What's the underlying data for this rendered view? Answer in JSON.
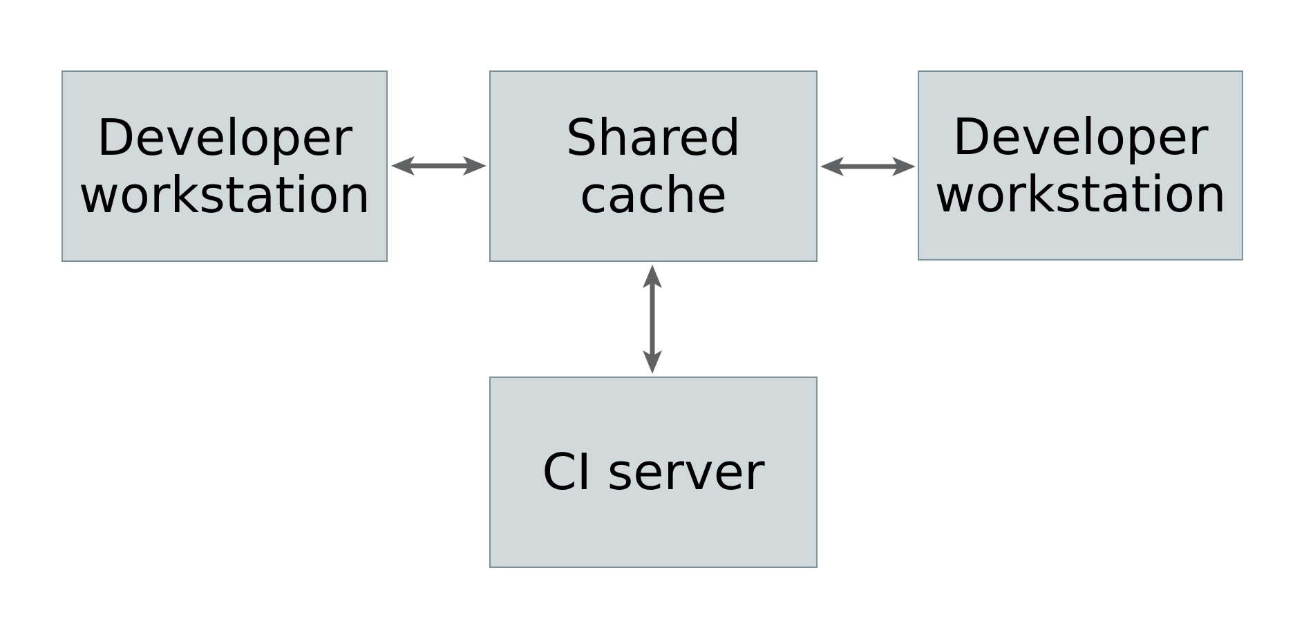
{
  "diagram": {
    "nodes": [
      {
        "id": "developer-workstation-left",
        "label": "Developer workstation",
        "lines": [
          "Developer",
          "workstation"
        ]
      },
      {
        "id": "shared-cache",
        "label": "Shared cache",
        "lines": [
          "Shared",
          "cache"
        ]
      },
      {
        "id": "developer-workstation-right",
        "label": "Developer workstation",
        "lines": [
          "Developer",
          "workstation"
        ]
      },
      {
        "id": "ci-server",
        "label": "CI server",
        "lines": [
          "CI server"
        ]
      }
    ],
    "edges": [
      {
        "from": "developer-workstation-left",
        "to": "shared-cache",
        "direction": "bidirectional",
        "style": "double-headed-arrow"
      },
      {
        "from": "developer-workstation-right",
        "to": "shared-cache",
        "direction": "bidirectional",
        "style": "double-headed-arrow"
      },
      {
        "from": "ci-server",
        "to": "shared-cache",
        "direction": "bidirectional",
        "style": "double-headed-arrow"
      }
    ]
  },
  "colors": {
    "background": "#ffffff",
    "node_fill": "#d2d9da",
    "node_border": "#7c909a",
    "arrow": "#606264",
    "text": "#000000"
  }
}
